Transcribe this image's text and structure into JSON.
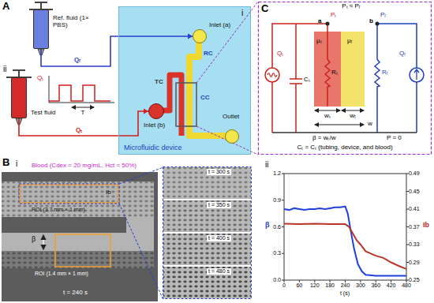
{
  "diagram": {
    "nodes": [
      {
        "text": [
          "Ref. fluid (1× PBS)"
        ]
      },
      {
        "text": [
          "Test fluid"
        ]
      },
      {
        "text": [
          "Microfluidic device"
        ]
      },
      {
        "text": [
          "Inlet (a)"
        ],
        "in": 2
      },
      {
        "text": [
          "Inlet (b)"
        ],
        "in": 2
      },
      {
        "text": [
          "Outlet"
        ],
        "in": 2
      }
    ],
    "edges": [
      {
        "from": 0,
        "to": 3,
        "arrow": "to",
        "label": "Qᵣ"
      },
      {
        "from": 1,
        "to": 4,
        "arrow": "to",
        "label": "Qₜ"
      }
    ],
    "labels": [
      "A",
      "ii",
      "i",
      "Qₜ",
      "T",
      "RC",
      "TC",
      "CC",
      "C",
      "Pₜ ≈ Pᵣ",
      "a",
      "b",
      "Pₜ",
      "Pᵣ",
      "Qₜ",
      "Qᵣ",
      "Cₜ",
      "Rₜ",
      "Rᵣ",
      "μₜ",
      "μᵣ",
      "wₜ",
      "wᵣ",
      "w",
      "β = wₜ/w",
      "P = 0",
      "Cₜ = Cₜ (tubing, device, and blood)",
      "B",
      "i",
      "Blood (Cdex = 20 mg/mL, Hct = 50%)",
      "ROI (3.7 mm × 1 mm)",
      "Ib",
      "β",
      "ROI (1.4 mm × 1 mm)",
      "t = 240 s",
      "t = 300 s",
      "t = 350 s",
      "t = 400 s",
      "t = 480 s",
      "ii",
      "1.2",
      "0.9",
      "0.6",
      "0.3",
      "0.0",
      "0.49",
      "0.45",
      "0.41",
      "0.37",
      "0.33",
      "0.29",
      "0.25",
      "0",
      "60",
      "120",
      "180",
      "240",
      "300",
      "360",
      "420",
      "480",
      "t (s)",
      "β",
      "Ib"
    ]
  }
}
